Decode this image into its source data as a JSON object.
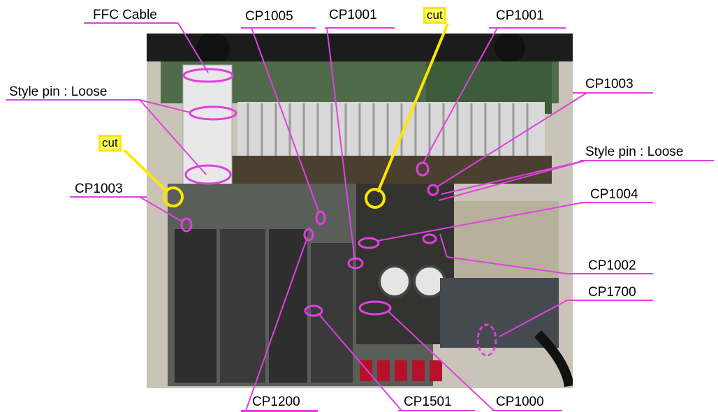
{
  "labels": {
    "ffc_cable": "FFC Cable",
    "cp1005": "CP1005",
    "cp1001_a": "CP1001",
    "cut_top": "cut",
    "cp1001_b": "CP1001",
    "style_pin_left": "Style pin : Loose",
    "cp1003_right": "CP1003",
    "cut_left": "cut",
    "style_pin_right": "Style pin : Loose",
    "cp1003_left": "CP1003",
    "cp1004": "CP1004",
    "cp1002": "CP1002",
    "cp1700": "CP1700",
    "cp1200": "CP1200",
    "cp1501": "CP1501",
    "cp1000": "CP1000"
  },
  "colors": {
    "leader": "#e040e0",
    "cut": "#ffe600"
  }
}
